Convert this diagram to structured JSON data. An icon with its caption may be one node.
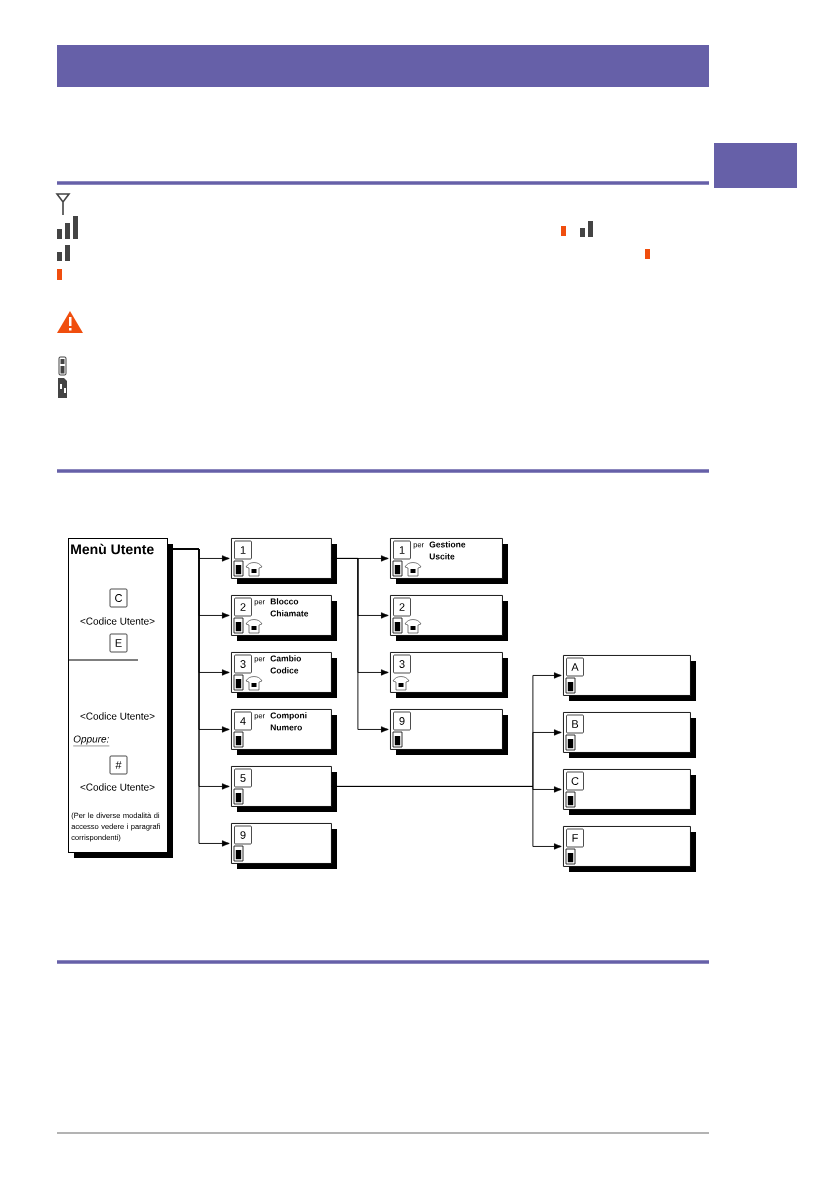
{
  "diagram": {
    "nodes": [
      {
        "text": [
          "Menù Utente",
          "C",
          "<Codice Utente>",
          "E",
          "<Codice Utente>",
          "Oppure:",
          "#",
          "<Codice Utente>",
          "(Per le diverse modalità di accesso vedere i paragrafi corrispondenti)"
        ]
      },
      {
        "text": [
          "1"
        ]
      },
      {
        "text": [
          "2",
          "per",
          "Blocco Chiamate"
        ]
      },
      {
        "text": [
          "3",
          "per",
          "Cambio Codice"
        ]
      },
      {
        "text": [
          "4",
          "per",
          "Componi Numero"
        ]
      },
      {
        "text": [
          "5"
        ]
      },
      {
        "text": [
          "9"
        ]
      },
      {
        "text": [
          "1",
          "per",
          "Gestione Uscite"
        ]
      },
      {
        "text": [
          "2"
        ]
      },
      {
        "text": [
          "3"
        ]
      },
      {
        "text": [
          "9"
        ]
      },
      {
        "text": [
          "A"
        ]
      },
      {
        "text": [
          "B"
        ]
      },
      {
        "text": [
          "C"
        ]
      },
      {
        "text": [
          "F"
        ]
      }
    ],
    "edges": [
      {
        "from": 0,
        "to": 1,
        "arrow": "to"
      },
      {
        "from": 0,
        "to": 2,
        "arrow": "to"
      },
      {
        "from": 0,
        "to": 3,
        "arrow": "to"
      },
      {
        "from": 0,
        "to": 4,
        "arrow": "to"
      },
      {
        "from": 0,
        "to": 5,
        "arrow": "to"
      },
      {
        "from": 0,
        "to": 6,
        "arrow": "to"
      },
      {
        "from": 1,
        "to": 7,
        "arrow": "to"
      },
      {
        "from": 1,
        "to": 8,
        "arrow": "to"
      },
      {
        "from": 1,
        "to": 9,
        "arrow": "to"
      },
      {
        "from": 1,
        "to": 10,
        "arrow": "to"
      },
      {
        "from": 5,
        "to": 11,
        "arrow": "to"
      },
      {
        "from": 5,
        "to": 12,
        "arrow": "to"
      },
      {
        "from": 5,
        "to": 13,
        "arrow": "to"
      },
      {
        "from": 5,
        "to": 14,
        "arrow": "to"
      }
    ]
  }
}
